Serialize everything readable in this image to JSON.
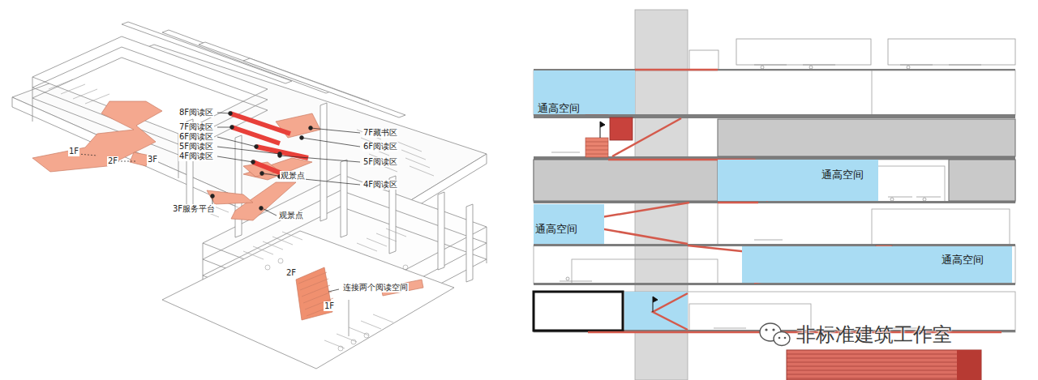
{
  "diagram": {
    "nodes": [
      {
        "text": [
          "通高空间"
        ]
      },
      {
        "text": [
          "通高空间"
        ]
      },
      {
        "text": [
          "通高空间"
        ]
      },
      {
        "text": [
          "通高空间"
        ]
      }
    ],
    "labels": [
      "8F阅读区",
      "7F阅读区",
      "6F阅读区",
      "5F阅读区",
      "4F阅读区",
      "7F藏书区",
      "6F阅读区",
      "5F阅读区",
      "4F阅读区",
      "观景点",
      "观景点",
      "1F",
      "2F",
      "3F",
      "3F服务平台",
      "2F",
      "1F",
      "连接两个阅读空间",
      "非标准建筑工作室"
    ]
  }
}
